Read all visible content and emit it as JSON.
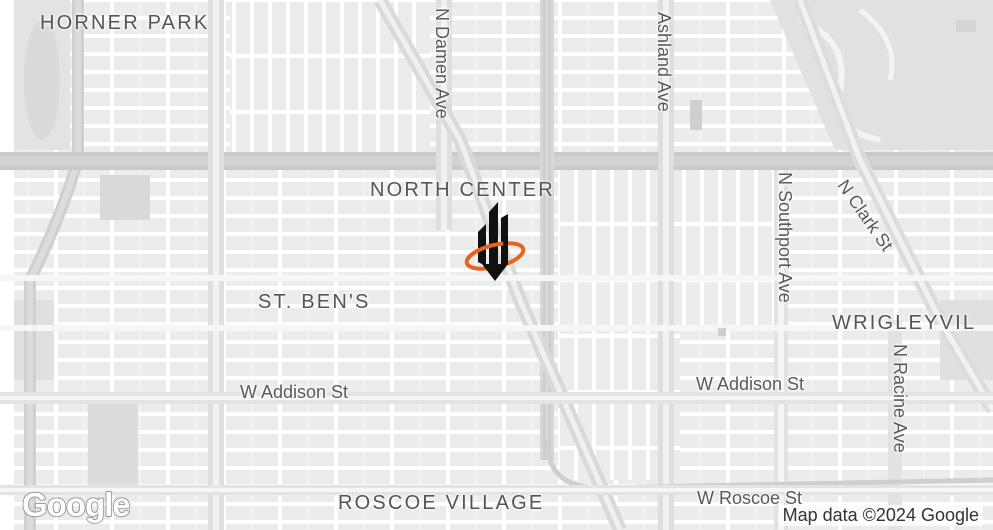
{
  "map": {
    "areas": {
      "horner_park": "HORNER PARK",
      "north_center": "NORTH CENTER",
      "st_bens": "ST. BEN'S",
      "wrigleyville": "WRIGLEYVIL",
      "roscoe_village": "ROSCOE VILLAGE"
    },
    "streets": {
      "damen": "N Damen Ave",
      "ashland": "Ashland Ave",
      "southport": "N Southport Ave",
      "clark": "N Clark St",
      "racine": "N Racine Ave",
      "addison_west": "W Addison St",
      "addison_east": "W Addison St",
      "roscoe": "W Roscoe St"
    },
    "marker_icon": "building-location-pin-icon",
    "colors": {
      "road": "#d6d6d6",
      "major_road": "#c7c7c7",
      "block": "#ebebeb",
      "marker_ring": "#e8651e"
    }
  },
  "footer": {
    "google_logo": "Google",
    "attribution": "Map data ©2024 Google"
  }
}
